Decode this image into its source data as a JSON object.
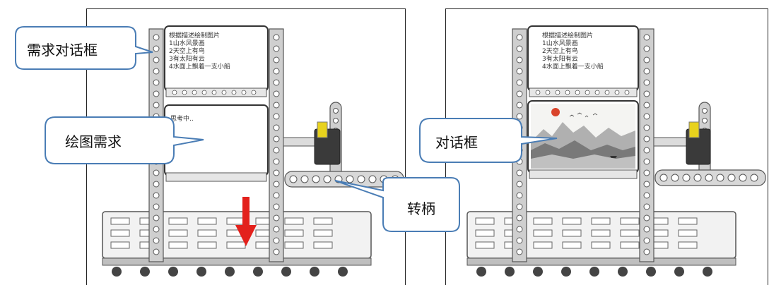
{
  "left_panel": {
    "screen_top_lines": [
      "根据描述绘制图片",
      "1山水风景画",
      "2天空上有鸟",
      "3有太阳有云",
      "4水面上飘着一支小船"
    ],
    "screen_bottom_text": "思考中..",
    "callouts": {
      "request_dialog": "需求对话框",
      "drawing_request": "绘图需求",
      "crank": "转柄"
    },
    "arrow_color": "#e3211c"
  },
  "right_panel": {
    "screen_top_lines": [
      "根据描述绘制图片",
      "1山水风景画",
      "2天空上有鸟",
      "3有太阳有云",
      "4水面上飘着一支小船"
    ],
    "callouts": {
      "dialog": "对话框"
    },
    "painting_sun_color": "#d9442b"
  },
  "colors": {
    "callout_border": "#4a7db5",
    "frame_gray": "#cfcfcf",
    "dark_part": "#3a3a3a",
    "yellow_part": "#e8d21d"
  }
}
